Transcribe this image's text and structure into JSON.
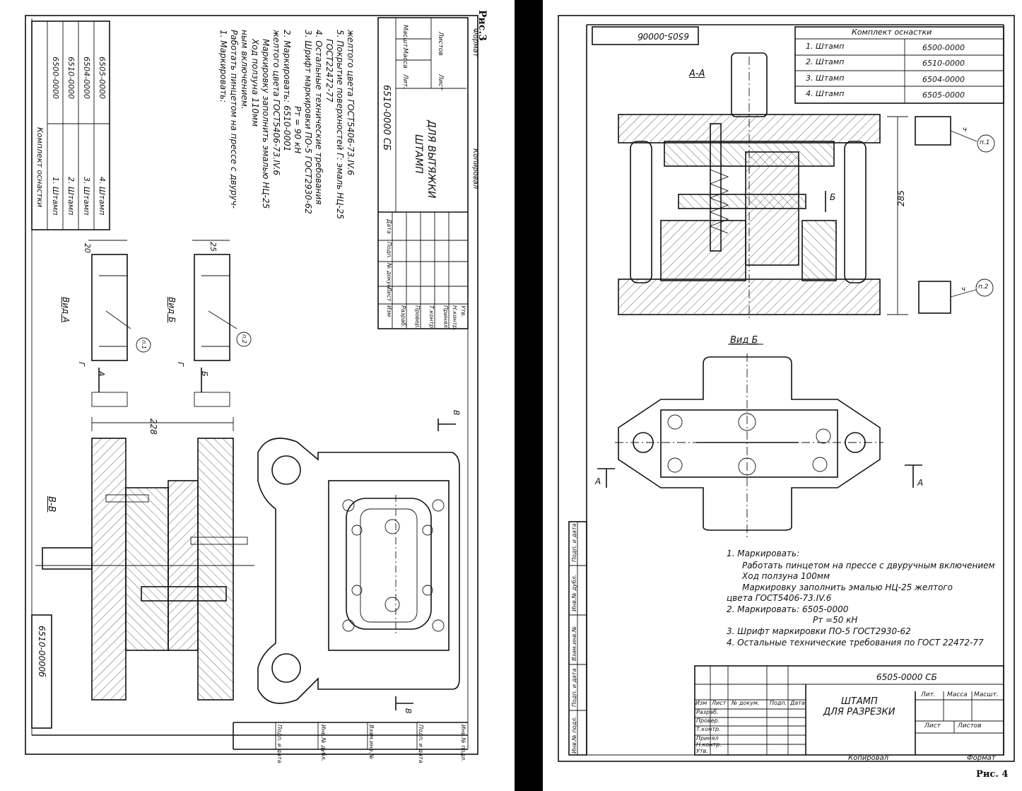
{
  "spine": {
    "color": "#000000"
  },
  "left": {
    "fig_label": "Рис.3",
    "doc_number_main": "6510-0000 СБ",
    "doc_number_stamp": "6510-0000б",
    "title_line1": "ШТАМП",
    "title_line2": "ДЛЯ ВЫТЯЖКИ",
    "kit": {
      "header": "Комплект оснастки",
      "rows": [
        {
          "name": "1. Штамп",
          "code": "6500-0000"
        },
        {
          "name": "2. Штамп",
          "code": "6510-0000"
        },
        {
          "name": "3. Штамп",
          "code": "6504-0000"
        },
        {
          "name": "4. Штамп",
          "code": "6505-0000"
        }
      ]
    },
    "notes": [
      "1. Маркировать:",
      "Работать пинцетом на прессе с двуруч-",
      "ным включением.",
      "Ход ползуна 110мм",
      "Маркировку заполнить эмалью НЦ-25",
      "желтого цвета ГОСТ5406-73.IV.6",
      "2. Маркировать: 6510-0001",
      "Pт = 90 кН",
      "3. Шрифт маркировки ПО-5 ГОСТ2930-62",
      "4. Остальные технические требования",
      "ГОСТ22472-77",
      "5. Покрытие поверхностей Г: эмаль НЦ-25",
      "желтого цвета ГОСТ5406-73.IV.6"
    ],
    "view_a": "Вид А",
    "view_b": "Вид Б",
    "section_vv": "В-В",
    "dim_20": "20",
    "dim_25": "25",
    "dim_228": "228",
    "mark_g": "Г",
    "mark_a": "А",
    "mark_b": "Б",
    "mark_v": "В",
    "p1": "п.1",
    "p2": "п.2",
    "stamp_cols": [
      "Изм",
      "Лист",
      "№ докум.",
      "Подп.",
      "Дата"
    ],
    "stamp_rows": [
      "Разраб.",
      "Провер.",
      "Т.контр.",
      "Принял",
      "Н.контр.",
      "Утв."
    ],
    "stamp_right": [
      "Лит.",
      "Масса",
      "Масшт.",
      "Лист",
      "Листов"
    ],
    "kopiroval": "Копировал",
    "format": "Формат",
    "side_cols": [
      "Инв.№ подл.",
      "Подп. и дата",
      "Взам.инв.№",
      "Инв.№ дубл.",
      "Подп. и дата"
    ]
  },
  "right": {
    "fig_label": "Рис. 4",
    "doc_number_top": "6505-0000б",
    "doc_number_main": "6505-0000 СБ",
    "title_line1": "ШТАМП",
    "title_line2": "ДЛЯ РАЗРЕЗКИ",
    "kit": {
      "header": "Комплект оснастки",
      "rows": [
        {
          "name": "1. Штамп",
          "code": "6500-0000"
        },
        {
          "name": "2. Штамп",
          "code": "6510-0000"
        },
        {
          "name": "3. Штамп",
          "code": "6504-0000"
        },
        {
          "name": "4. Штамп",
          "code": "6505-0000"
        }
      ]
    },
    "section_aa": "А-А",
    "view_b": "Вид Б",
    "dim_285": "285",
    "mark_b": "Б",
    "mark_a_left": "А",
    "mark_a_right": "А",
    "p1": "п.1",
    "p2": "п.2",
    "tick": "ч",
    "notes": [
      "1.  Маркировать:",
      "Работать пинцетом на прессе с двуручным включением",
      "Ход ползуна 100мм",
      "Маркировку заполнить эмалью НЦ-25 желтого",
      "цвета  ГОСТ5406-73.IV.6",
      "2.  Маркировать:  6505-0000",
      "Pт =50 кН",
      "3.  Шрифт маркировки ПО-5 ГОСТ2930-62",
      "4.  Остальные технические требования по ГОСТ 22472-77"
    ],
    "stamp_cols": [
      "Изм",
      "Лист",
      "№ докум.",
      "Подп.",
      "Дата"
    ],
    "stamp_rows": [
      "Разраб.",
      "Провер.",
      "Т.контр.",
      "Принял",
      "Н.контр.",
      "Утв."
    ],
    "stamp_right": [
      "Лит.",
      "Масса",
      "Масшт.",
      "Лист",
      "Листов"
    ],
    "kopiroval": "Копировал",
    "format": "Формат",
    "side_cols": [
      "Инв.№ подл.",
      "Подп. и дата",
      "Взам.инв.№",
      "Инв.№ дубл.",
      "Подп. и дата"
    ]
  }
}
